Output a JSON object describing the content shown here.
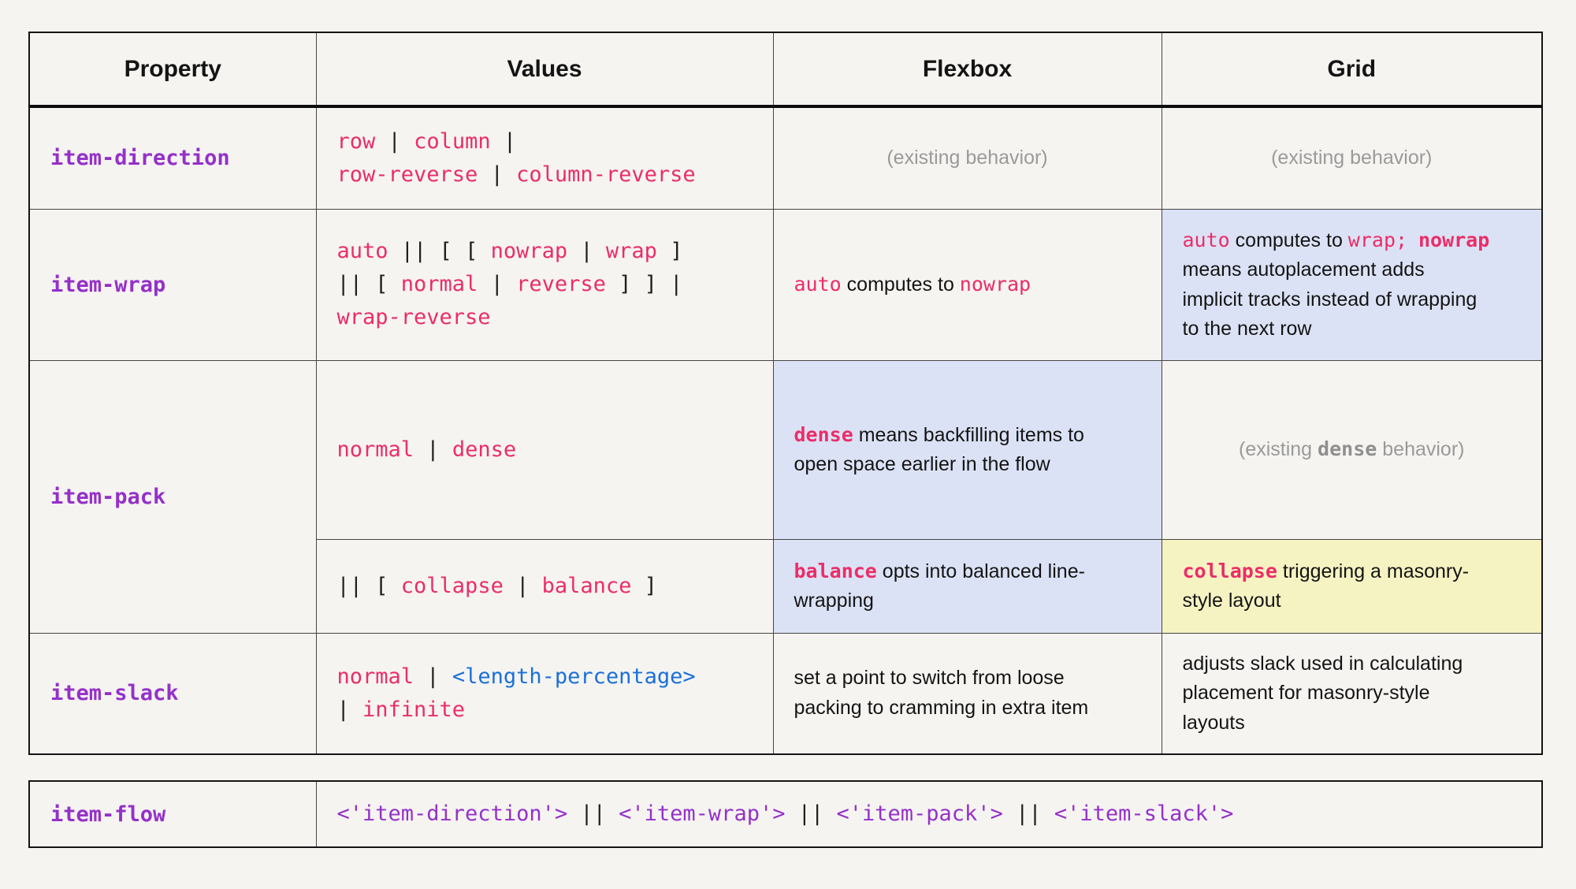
{
  "colors": {
    "pink": "#eb2d68",
    "purple": "#9530c9",
    "blue": "#1b6fd9",
    "gray": "#9a9a9a",
    "operator": "#1f1f1f",
    "text": "#141414",
    "blue_bg": "#dbe2f5",
    "yellow_bg": "#f6f3c3",
    "page_bg": "#f5f4f1"
  },
  "main_table": {
    "headers": [
      "Property",
      "Values",
      "Flexbox",
      "Grid"
    ],
    "rows": {
      "item_direction": {
        "property": "item-direction",
        "values": [
          {
            "text": "row",
            "style": "pink"
          },
          {
            "text": " | ",
            "style": "op"
          },
          {
            "text": "column",
            "style": "pink"
          },
          {
            "text": " |",
            "style": "op"
          },
          {
            "break": true
          },
          {
            "text": "row-reverse",
            "style": "pink"
          },
          {
            "text": " | ",
            "style": "op"
          },
          {
            "text": "column-reverse",
            "style": "pink"
          }
        ],
        "flexbox": [
          {
            "text": "(existing behavior)",
            "style": "gray"
          }
        ],
        "grid": [
          {
            "text": "(existing behavior)",
            "style": "gray"
          }
        ]
      },
      "item_wrap": {
        "property": "item-wrap",
        "values": [
          {
            "text": "auto",
            "style": "pink"
          },
          {
            "text": " || [ [ ",
            "style": "op"
          },
          {
            "text": "nowrap",
            "style": "pink"
          },
          {
            "text": " | ",
            "style": "op"
          },
          {
            "text": "wrap",
            "style": "pink"
          },
          {
            "text": " ]",
            "style": "op"
          },
          {
            "break": true
          },
          {
            "text": "|| [ ",
            "style": "op"
          },
          {
            "text": "normal",
            "style": "pink"
          },
          {
            "text": " | ",
            "style": "op"
          },
          {
            "text": "reverse",
            "style": "pink"
          },
          {
            "text": " ] ] |",
            "style": "op"
          },
          {
            "break": true
          },
          {
            "text": "wrap-reverse",
            "style": "pink"
          }
        ],
        "flexbox": [
          {
            "text": "auto",
            "style": "pink"
          },
          {
            "text": " computes to ",
            "style": "text"
          },
          {
            "text": "nowrap",
            "style": "pink"
          }
        ],
        "grid": [
          {
            "text": "auto",
            "style": "pink"
          },
          {
            "text": " computes to ",
            "style": "text"
          },
          {
            "text": "wrap;",
            "style": "pink"
          },
          {
            "text": "  ",
            "style": "text"
          },
          {
            "text": "nowrap",
            "style": "pink-bold"
          },
          {
            "break": true
          },
          {
            "text": "means autoplacement adds",
            "style": "text"
          },
          {
            "break": true
          },
          {
            "text": "implicit tracks instead of wrapping",
            "style": "text"
          },
          {
            "break": true
          },
          {
            "text": "to the next row",
            "style": "text"
          }
        ]
      },
      "item_pack": {
        "property": "item-pack",
        "values_1": [
          {
            "text": "normal",
            "style": "pink"
          },
          {
            "text": " | ",
            "style": "op"
          },
          {
            "text": "dense",
            "style": "pink"
          }
        ],
        "flexbox_1": [
          {
            "text": "dense",
            "style": "pink-bold"
          },
          {
            "text": " means backfilling items to",
            "style": "text"
          },
          {
            "break": true
          },
          {
            "text": "open space earlier in the flow",
            "style": "text"
          }
        ],
        "grid_1": [
          {
            "text": "(existing ",
            "style": "gray"
          },
          {
            "text": "dense",
            "style": "gray-bold"
          },
          {
            "text": " behavior)",
            "style": "gray"
          }
        ],
        "values_2": [
          {
            "text": "|| [ ",
            "style": "op"
          },
          {
            "text": "collapse",
            "style": "pink"
          },
          {
            "text": " | ",
            "style": "op"
          },
          {
            "text": "balance",
            "style": "pink"
          },
          {
            "text": " ]",
            "style": "op"
          }
        ],
        "flexbox_2": [
          {
            "text": "balance",
            "style": "pink-bold"
          },
          {
            "text": " opts into balanced line-",
            "style": "text"
          },
          {
            "break": true
          },
          {
            "text": "wrapping",
            "style": "text"
          }
        ],
        "grid_2": [
          {
            "text": "collapse",
            "style": "pink-bold"
          },
          {
            "text": " triggering a masonry-",
            "style": "text"
          },
          {
            "break": true
          },
          {
            "text": "style layout",
            "style": "text"
          }
        ]
      },
      "item_slack": {
        "property": "item-slack",
        "values": [
          {
            "text": "normal",
            "style": "pink"
          },
          {
            "text": " | ",
            "style": "op"
          },
          {
            "text": "<length-percentage>",
            "style": "blue",
            "link": true
          },
          {
            "break": true
          },
          {
            "text": "| ",
            "style": "op"
          },
          {
            "text": "infinite",
            "style": "pink"
          }
        ],
        "flexbox": [
          {
            "text": "set a point to switch from loose",
            "style": "text"
          },
          {
            "break": true
          },
          {
            "text": "packing to cramming in extra item",
            "style": "text"
          }
        ],
        "grid": [
          {
            "text": "adjusts slack used in calculating",
            "style": "text"
          },
          {
            "break": true
          },
          {
            "text": "placement for masonry-style",
            "style": "text"
          },
          {
            "break": true
          },
          {
            "text": "layouts",
            "style": "text"
          }
        ]
      }
    }
  },
  "flow_table": {
    "property": "item-flow",
    "value": [
      {
        "text": "<'item-direction'>",
        "style": "purple"
      },
      {
        "text": " || ",
        "style": "op"
      },
      {
        "text": "<'item-wrap'>",
        "style": "purple"
      },
      {
        "text": " || ",
        "style": "op"
      },
      {
        "text": "<'item-pack'>",
        "style": "purple"
      },
      {
        "text": " || ",
        "style": "op"
      },
      {
        "text": "<'item-slack'>",
        "style": "purple"
      }
    ]
  }
}
